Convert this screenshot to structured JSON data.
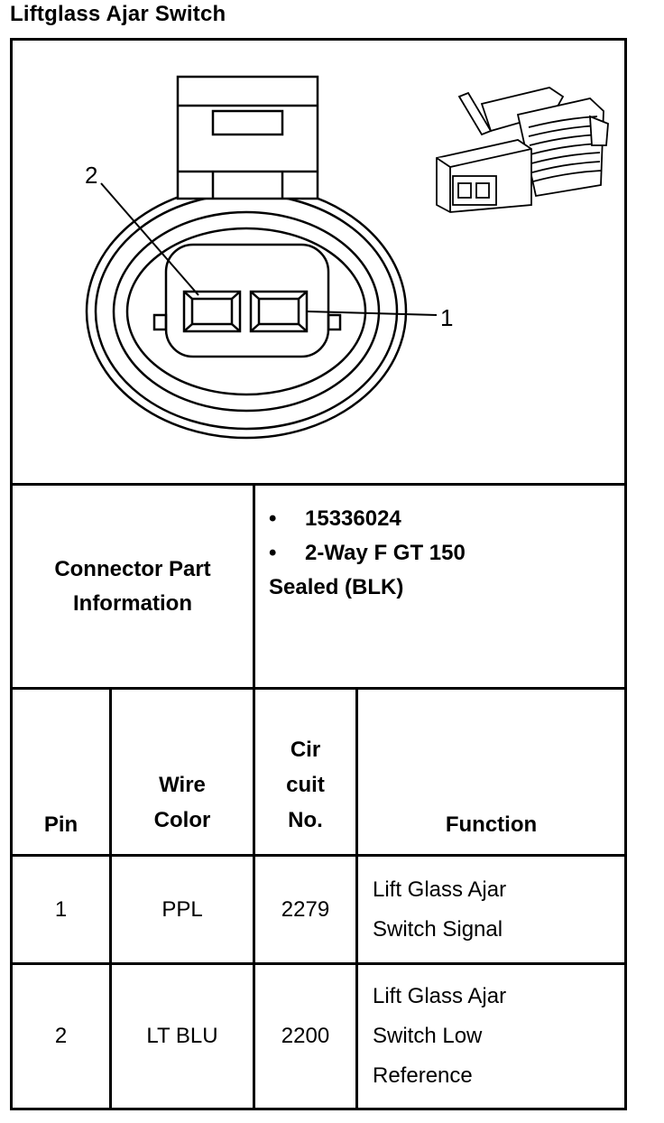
{
  "title": "Liftglass Ajar Switch",
  "diagram": {
    "pin_label_1": "1",
    "pin_label_2": "2"
  },
  "connector": {
    "label_line1": "Connector Part",
    "label_line2": "Information",
    "bullets": [
      "15336024",
      "2-Way F GT 150"
    ],
    "bullet_symbol": "•",
    "continuation": "Sealed (BLK)"
  },
  "table": {
    "headers": {
      "pin": "Pin",
      "wire_line1": "Wire",
      "wire_line2": "Color",
      "circuit_line1": "Cir",
      "circuit_line2": "cuit",
      "circuit_line3": "No.",
      "function": "Function"
    },
    "rows": [
      {
        "pin": "1",
        "wire": "PPL",
        "circuit": "2279",
        "function_lines": [
          "Lift Glass Ajar",
          "Switch Signal"
        ]
      },
      {
        "pin": "2",
        "wire": "LT BLU",
        "circuit": "2200",
        "function_lines": [
          "Lift Glass Ajar",
          "Switch Low",
          "Reference"
        ]
      }
    ]
  }
}
